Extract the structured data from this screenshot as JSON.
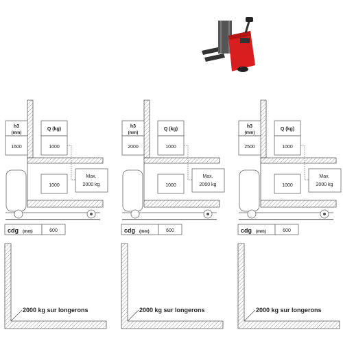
{
  "colors": {
    "truck_body": "#d81e1e",
    "truck_dark": "#333333",
    "line": "#555555",
    "hatch": "#9a9a9a"
  },
  "product_image": {
    "icon": "electric-pallet-stacker-icon"
  },
  "labels": {
    "h3": "h3",
    "h3_unit": "(mm)",
    "q": "Q (kg)",
    "max_line1": "Max.",
    "max_line2": "2000 kg",
    "cdg": "cdg",
    "cdg_unit": "(mm)",
    "longerons": "2000 kg sur longerons"
  },
  "configs": [
    {
      "h3": "1600",
      "q_upper": "1000",
      "q_lower": "1000",
      "cdg": "600"
    },
    {
      "h3": "2000",
      "q_upper": "1000",
      "q_lower": "1000",
      "cdg": "600"
    },
    {
      "h3": "2500",
      "q_upper": "1000",
      "q_lower": "1000",
      "cdg": "600"
    }
  ]
}
